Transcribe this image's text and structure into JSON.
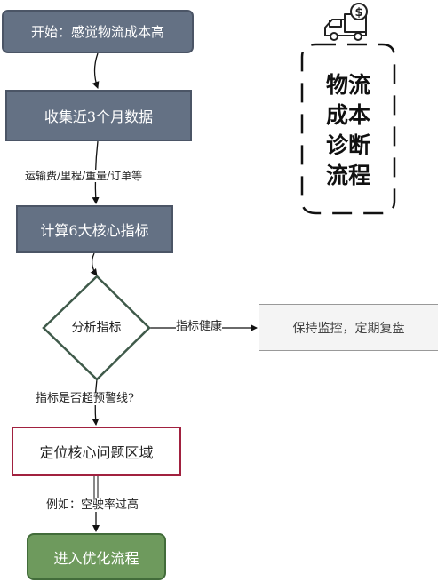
{
  "flowchart": {
    "start": "开始：感觉物流成本高",
    "collect": "收集近3个月数据",
    "calc": "计算6大核心指标",
    "analyze": "分析指标",
    "healthy_action": "保持监控，定期复盘",
    "locate": "定位核心问题区域",
    "optimize": "进入优化流程"
  },
  "edges": {
    "metrics": "运输费/里程/重量/订单等",
    "healthy": "指标健康",
    "warning": "指标是否超预警线?",
    "example": "例如：空驶率过高"
  },
  "side_title": {
    "lines": [
      "物流",
      "成本",
      "诊断",
      "流程"
    ]
  },
  "icons": {
    "truck": "truck-with-dollar-icon"
  },
  "colors": {
    "slate_node": "#647184",
    "green_node": "#6e9a5d",
    "alert_border": "#a1213f",
    "neutral_node": "#f4f4f4"
  }
}
